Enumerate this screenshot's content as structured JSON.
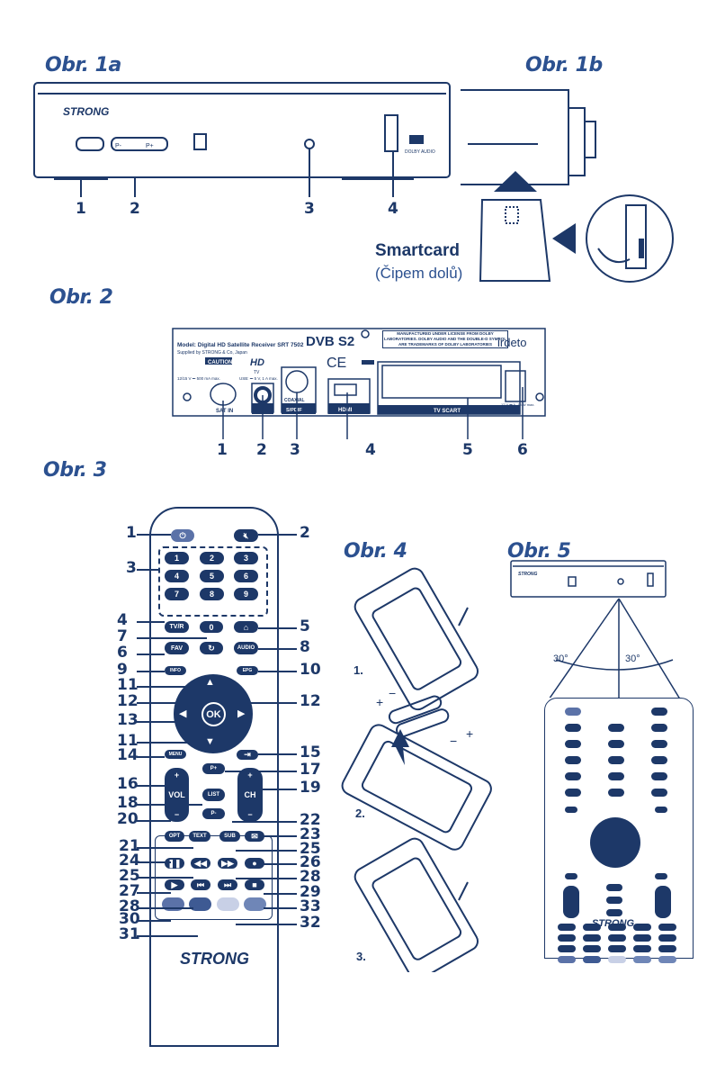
{
  "headings": {
    "fig1a": "Obr. 1a",
    "fig1b": "Obr. 1b",
    "fig2": "Obr. 2",
    "fig3": "Obr. 3",
    "fig4": "Obr. 4",
    "fig5": "Obr. 5"
  },
  "fig1a": {
    "brand": "STRONG",
    "buttons": [
      "P-",
      "P+"
    ],
    "dolby": "DOLBY AUDIO",
    "callouts": [
      "1",
      "2",
      "3",
      "4"
    ]
  },
  "fig1b": {
    "smartcard": "Smartcard",
    "chip_note": "(Čipem dolů)"
  },
  "fig2": {
    "model": "Model: Digital HD Satellite Receiver SRT 7502",
    "supplier": "Supplied by STRONG & Co, Japan",
    "caution": "CAUTION",
    "hd": "HD",
    "tv": "TV",
    "power_in": "12/15 V ⎓ 500 mA max.",
    "usb": "USB: ⎓ 5 V, 1 A max.",
    "dvb": "DVB S2",
    "ce": "CE",
    "dolby_notice": "MANUFACTURED UNDER LICENSE FROM DOLBY LABORATORIES. DOLBY AUDIO AND THE DOUBLE-D SYMBOL ARE TRADEMARKS OF DOLBY LABORATORIES",
    "irdeto": "irdeto",
    "ports": [
      "SAT IN",
      "COAXIAL",
      "S/PDIF",
      "HDMI",
      "TV SCART"
    ],
    "dc": "12 V ⎓ A, 18 W max.",
    "callouts": [
      "1",
      "2",
      "3",
      "4",
      "5",
      "6"
    ]
  },
  "fig3": {
    "digits": [
      "1",
      "2",
      "3",
      "4",
      "5",
      "6",
      "7",
      "8",
      "9",
      "0"
    ],
    "keys": {
      "tvr": "TV/R",
      "fav": "FAV",
      "audio": "AUDIO",
      "info": "INFO",
      "epg": "EPG",
      "ok": "OK",
      "menu": "MENU",
      "pplus": "P+",
      "pminus": "P-",
      "list": "LIST",
      "vol": "VOL",
      "ch": "CH",
      "opt": "OPT",
      "text": "TEXT",
      "sub": "SUB",
      "plus": "+",
      "minus": "−"
    },
    "brand": "STRONG",
    "left_callouts": [
      "1",
      "3",
      "4",
      "7",
      "6",
      "9",
      "11",
      "12",
      "13",
      "11",
      "14",
      "16",
      "18",
      "20",
      "21",
      "24",
      "25",
      "27",
      "28",
      "30",
      "31"
    ],
    "right_callouts": [
      "2",
      "5",
      "8",
      "10",
      "12",
      "15",
      "17",
      "19",
      "22",
      "23",
      "25",
      "26",
      "28",
      "29",
      "33",
      "32"
    ]
  },
  "fig4": {
    "steps": [
      "1.",
      "2.",
      "3."
    ],
    "plus": "+",
    "minus": "−"
  },
  "fig5": {
    "angle_left": "30°",
    "angle_right": "30°",
    "brand": "STRONG"
  },
  "colors": {
    "ink": "#1d3868",
    "heading": "#2c5190",
    "red": "#5b72a8",
    "green": "#3e5a93",
    "yellow": "#c8d0e6",
    "blue": "#6f86b7"
  }
}
